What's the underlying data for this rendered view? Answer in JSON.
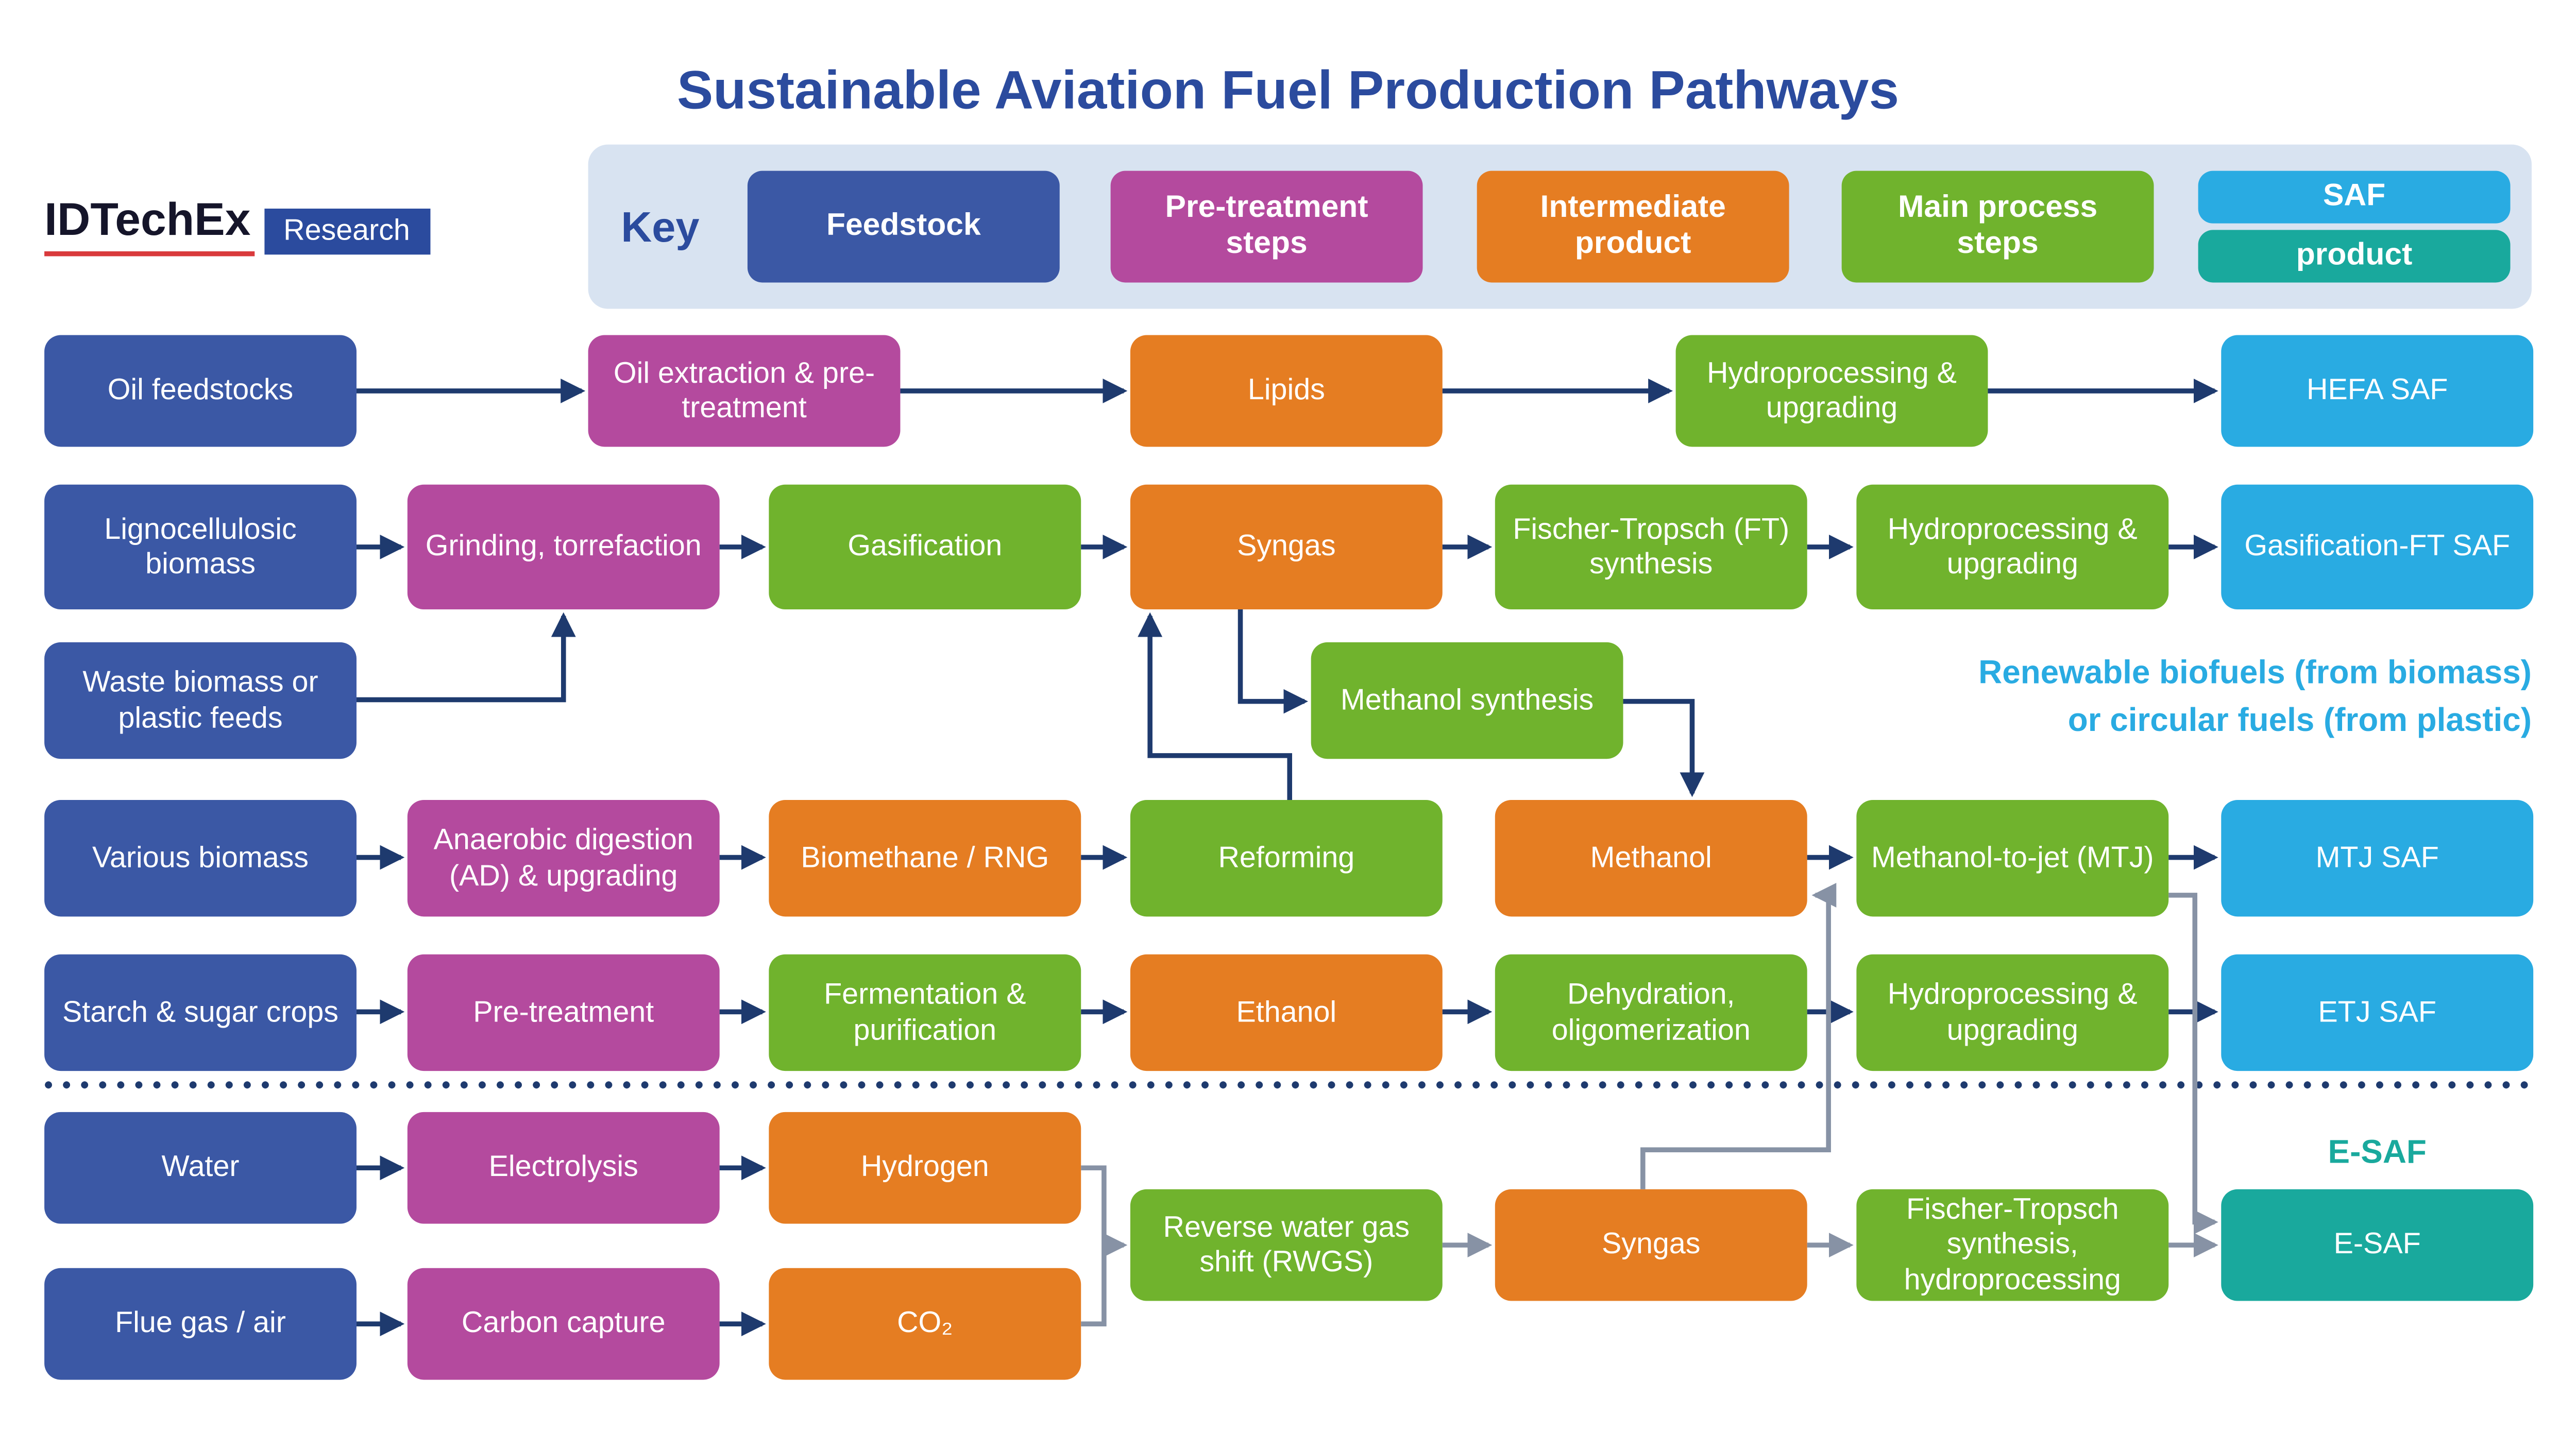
{
  "title": "Sustainable Aviation Fuel Production Pathways",
  "logo": {
    "brand": "IDTechEx",
    "research": "Research"
  },
  "key": {
    "label": "Key",
    "items": {
      "feedstock": "Feedstock",
      "pretreatment": "Pre-treatment steps",
      "intermediate": "Intermediate product",
      "process": "Main process steps",
      "saf": "SAF",
      "product": "product"
    }
  },
  "nodes": {
    "oil_feedstocks": "Oil feedstocks",
    "oil_extraction": "Oil extraction & pre-treatment",
    "lipids": "Lipids",
    "hydro_upgrading_1": "Hydroprocessing & upgrading",
    "hefa_saf": "HEFA SAF",
    "ligno_biomass": "Lignocellulosic biomass",
    "grinding": "Grinding, torrefaction",
    "gasification": "Gasification",
    "syngas_1": "Syngas",
    "ft_synthesis": "Fischer-Tropsch (FT) synthesis",
    "hydro_upgrading_2": "Hydroprocessing & upgrading",
    "gasification_ft_saf": "Gasification-FT SAF",
    "waste_biomass": "Waste biomass or plastic feeds",
    "methanol_synthesis": "Methanol synthesis",
    "various_biomass": "Various biomass",
    "anaerobic_digestion": "Anaerobic digestion (AD) & upgrading",
    "biomethane": "Biomethane / RNG",
    "reforming": "Reforming",
    "methanol": "Methanol",
    "mtj": "Methanol-to-jet (MTJ)",
    "mtj_saf": "MTJ SAF",
    "starch_crops": "Starch & sugar crops",
    "pretreatment": "Pre-treatment",
    "fermentation": "Fermentation & purification",
    "ethanol": "Ethanol",
    "dehydration": "Dehydration, oligomerization",
    "hydro_upgrading_3": "Hydroprocessing & upgrading",
    "etj_saf": "ETJ SAF",
    "water": "Water",
    "electrolysis": "Electrolysis",
    "hydrogen": "Hydrogen",
    "flue_gas": "Flue gas / air",
    "carbon_capture": "Carbon capture",
    "co2": "CO₂",
    "rwgs": "Reverse water gas shift (RWGS)",
    "syngas_2": "Syngas",
    "ft_hydro": "Fischer-Tropsch synthesis, hydroprocessing",
    "esaf": "E-SAF"
  },
  "annotations": {
    "note_line1": "Renewable biofuels (from biomass)",
    "note_line2": "or circular fuels (from plastic)",
    "esaf_label": "E-SAF"
  },
  "colors": {
    "feedstock_blue": "#3b58a5",
    "pretreatment_magenta": "#b44a9e",
    "intermediate_orange": "#e57d22",
    "process_green": "#70b32d",
    "saf_light_blue": "#29abe2",
    "esaf_teal": "#19a99d",
    "title_blue": "#2b4b9e",
    "arrow_navy": "#1e3a6e",
    "arrow_gray": "#8792a5",
    "key_panel_bg": "#d8e3f1",
    "logo_underline_red": "#d93a3c"
  }
}
